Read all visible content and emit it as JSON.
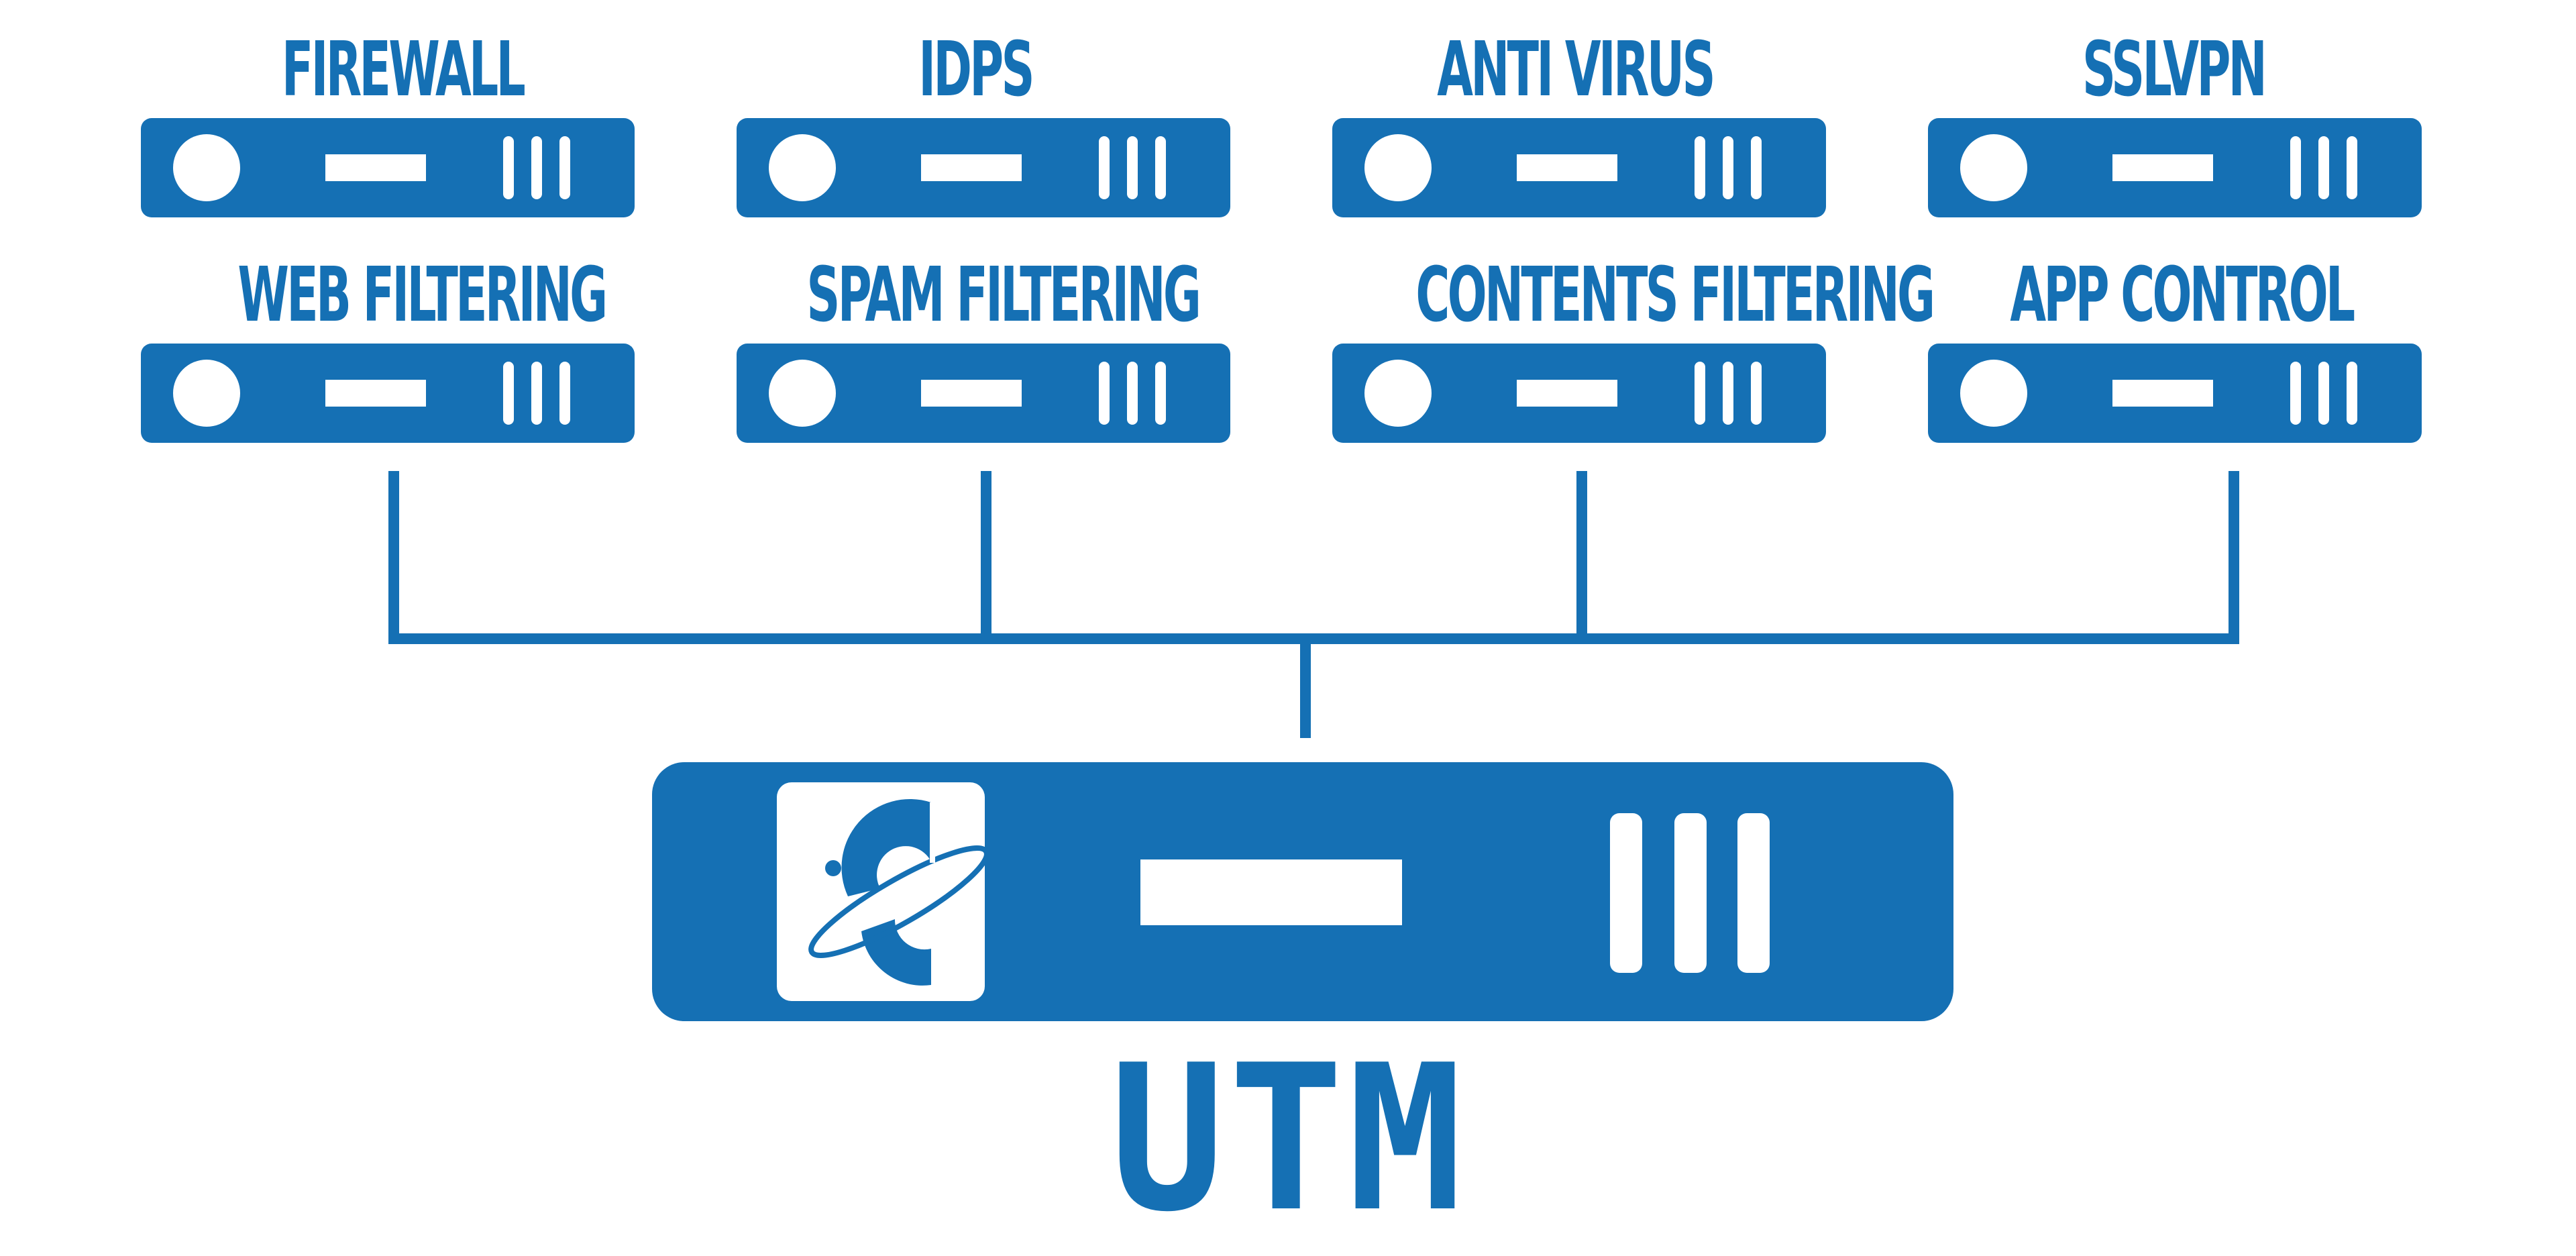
{
  "diagram": {
    "title": "UTM",
    "colors": {
      "primary": "#1570b4",
      "background": "#ffffff"
    },
    "modules": [
      {
        "label": "FIREWALL"
      },
      {
        "label": "IDPS"
      },
      {
        "label": "ANTI VIRUS"
      },
      {
        "label": "SSLVPN"
      },
      {
        "label": "WEB FILTERING"
      },
      {
        "label": "SPAM FILTERING"
      },
      {
        "label": "CONTENTS FILTERING"
      },
      {
        "label": "APP CONTROL"
      }
    ],
    "connections": [
      {
        "from": "WEB FILTERING",
        "to": "UTM"
      },
      {
        "from": "SPAM FILTERING",
        "to": "UTM"
      },
      {
        "from": "CONTENTS FILTERING",
        "to": "UTM"
      },
      {
        "from": "APP CONTROL",
        "to": "UTM"
      }
    ]
  }
}
